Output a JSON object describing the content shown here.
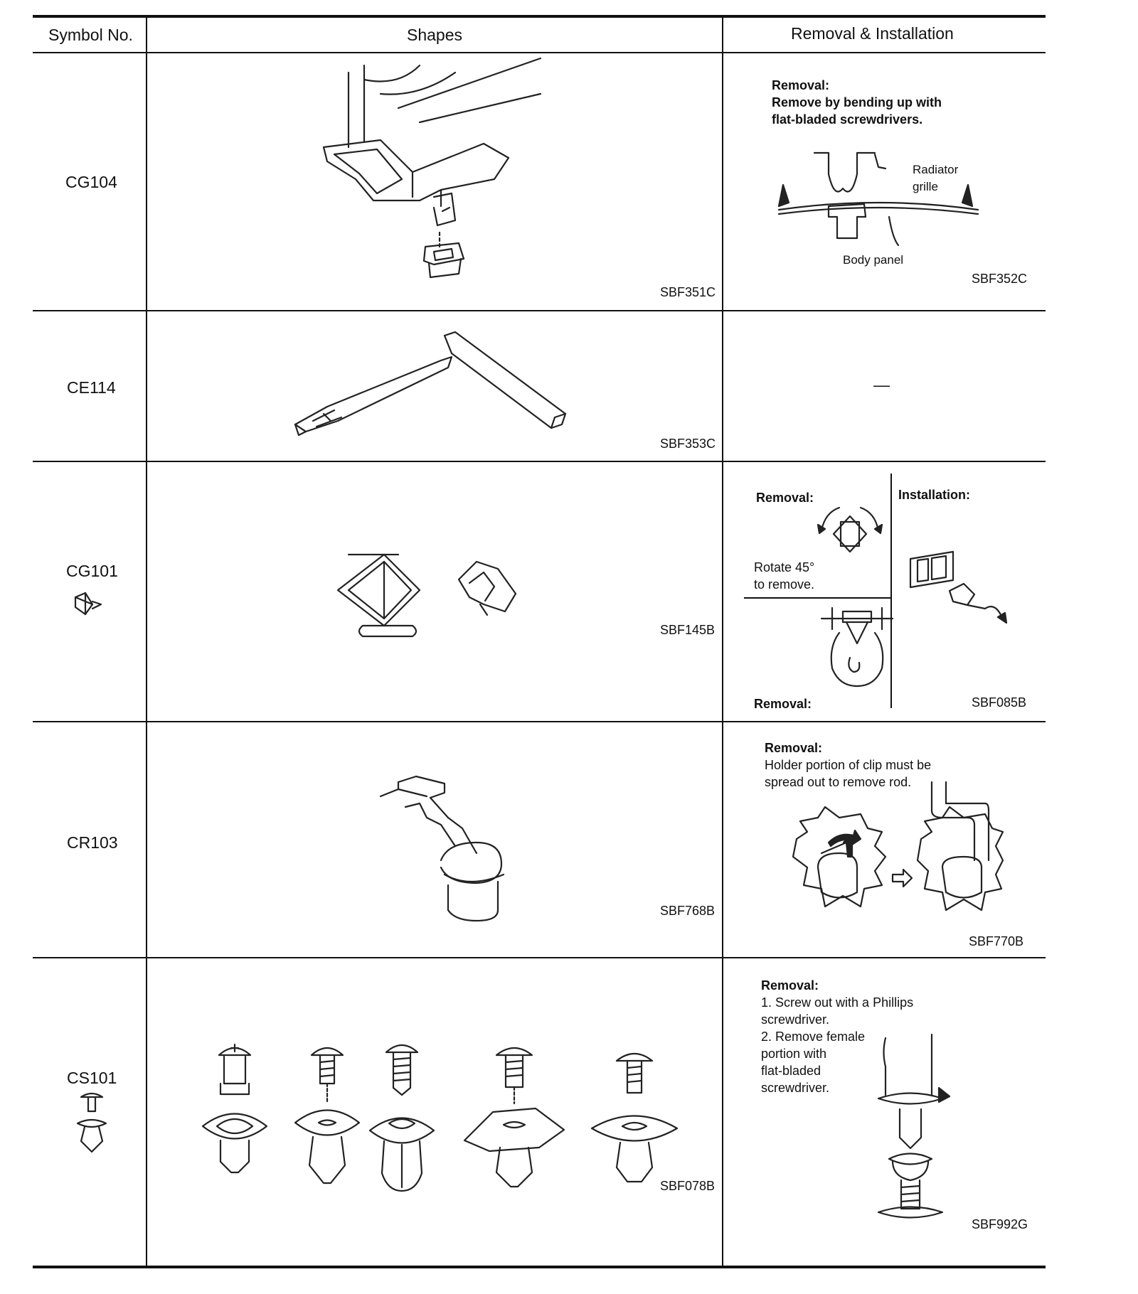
{
  "header": {
    "symbol_col": "Symbol No.",
    "shapes_col": "Shapes",
    "removal_col": "Removal & Installation"
  },
  "rows": [
    {
      "symbol": "CG104",
      "shape_code": "SBF351C",
      "removal": {
        "heading": "Removal:",
        "text": "Remove by bending up with\nflat-bladed screwdrivers.",
        "label_grille": "Radiator\ngrille",
        "label_panel": "Body panel",
        "code": "SBF352C"
      }
    },
    {
      "symbol": "CE114",
      "shape_code": "SBF353C",
      "removal": {
        "dash": "—"
      }
    },
    {
      "symbol": "CG101",
      "shape_code": "SBF145B",
      "removal": {
        "heading_removal": "Removal:",
        "heading_install": "Installation:",
        "rotate_text": "Rotate 45°\nto remove.",
        "heading_removal_2": "Removal:",
        "code": "SBF085B"
      }
    },
    {
      "symbol": "CR103",
      "shape_code": "SBF768B",
      "removal": {
        "heading": "Removal:",
        "text": "Holder portion of clip must be\nspread out to remove rod.",
        "code": "SBF770B"
      }
    },
    {
      "symbol": "CS101",
      "shape_code": "SBF078B",
      "removal": {
        "heading": "Removal:",
        "step1": "1.  Screw out with a Phillips\n     screwdriver.",
        "step2": "2.  Remove female\n     portion with\n     flat-bladed\n     screwdriver.",
        "code": "SBF992G"
      }
    }
  ]
}
